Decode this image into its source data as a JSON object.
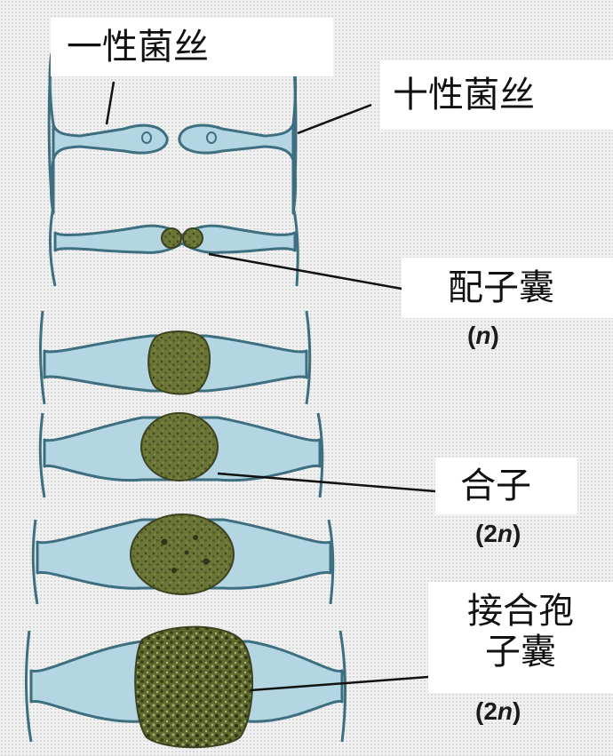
{
  "labels": {
    "minus_strain": "一性菌丝",
    "plus_strain": "十性菌丝",
    "gametangium": "配子囊",
    "gametangium_ploidy_open": "(",
    "gametangium_ploidy_n": "n",
    "gametangium_ploidy_close": ")",
    "zygote": "合子",
    "zygote_ploidy_open": "(2",
    "zygote_ploidy_n": "n",
    "zygote_ploidy_close": ")",
    "zygosporangium_line1": "接合孢",
    "zygosporangium_line2": "子囊",
    "zygosporangium_ploidy_open": "(2",
    "zygosporangium_ploidy_n": "n",
    "zygosporangium_ploidy_close": ")"
  },
  "colors": {
    "hypha_fill": "#b4d6e2",
    "hypha_stroke": "#3d6f80",
    "spore_fill": "#6b7535",
    "spore_dark": "#3c4220",
    "leader_line": "#111111"
  }
}
